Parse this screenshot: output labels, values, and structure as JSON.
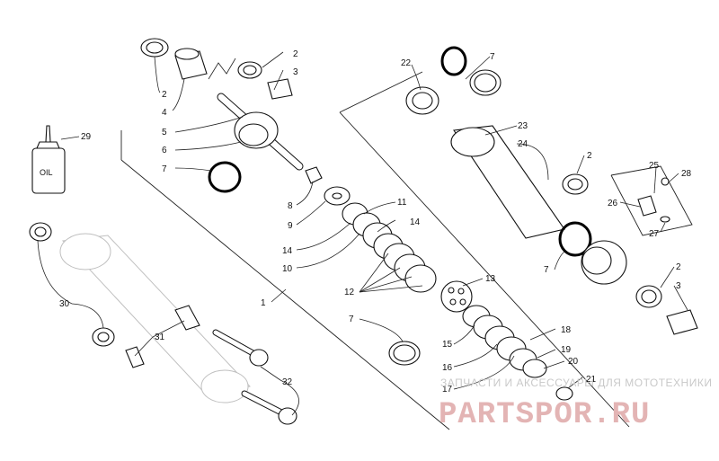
{
  "callouts": {
    "c1": "1",
    "c2a": "2",
    "c2b": "2",
    "c2c": "2",
    "c2d": "2",
    "c3a": "3",
    "c3b": "3",
    "c4": "4",
    "c5": "5",
    "c6": "6",
    "c7a": "7",
    "c7b": "7",
    "c7c": "7",
    "c7d": "7",
    "c8": "8",
    "c9": "9",
    "c10": "10",
    "c11": "11",
    "c12": "12",
    "c13": "13",
    "c14a": "14",
    "c14b": "14",
    "c15": "15",
    "c16": "16",
    "c17": "17",
    "c18": "18",
    "c19": "19",
    "c20": "20",
    "c21": "21",
    "c22": "22",
    "c23": "23",
    "c24": "24",
    "c25": "25",
    "c26": "26",
    "c27": "27",
    "c28": "28",
    "c29": "29",
    "c30": "30",
    "c31": "31",
    "c32": "32"
  },
  "oil_bottle_label": "OIL",
  "watermark": {
    "caption": "ЗАПЧАСТИ И АКСЕССУАРЫ ДЛЯ МОТОТЕХНИКИ",
    "brand": "PARTSPOR.RU"
  },
  "colors": {
    "line": "#111111",
    "oring": "#000000",
    "watermark": "#e3b4b4"
  }
}
